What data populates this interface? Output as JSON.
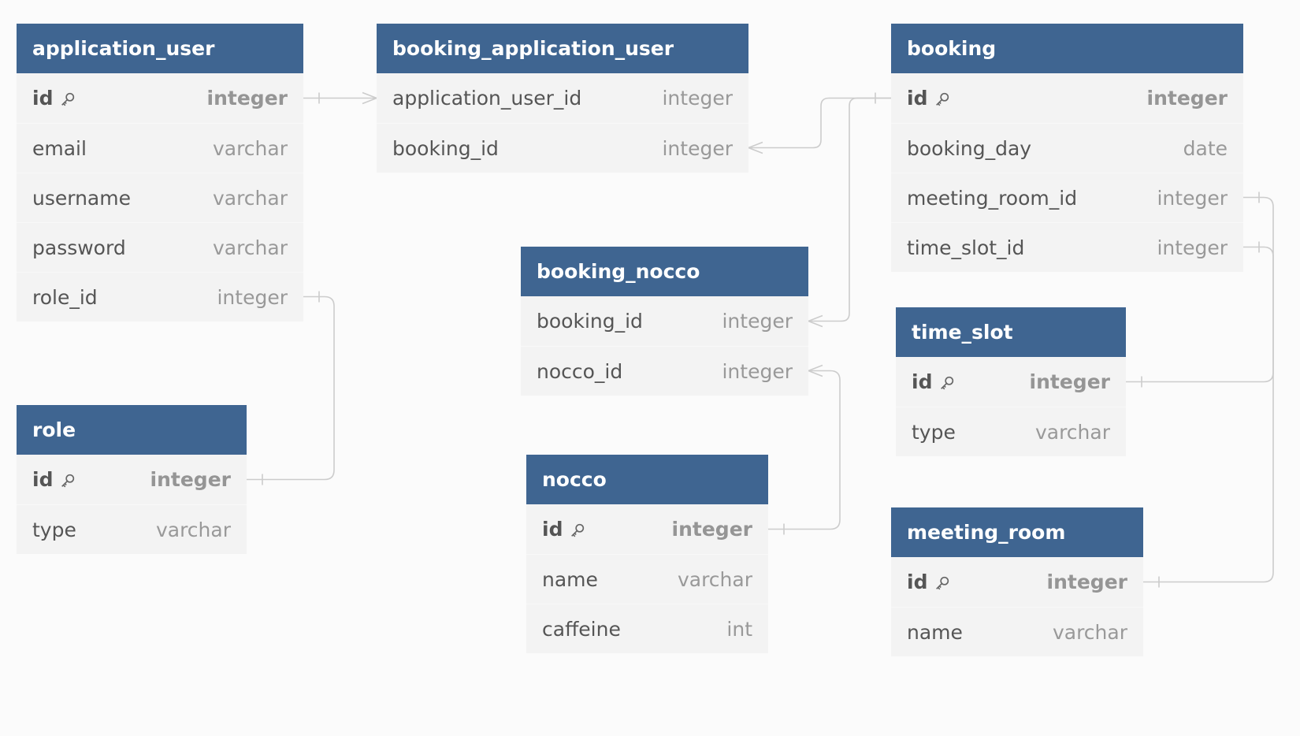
{
  "diagram": {
    "tables": [
      {
        "id": "application_user",
        "title": "application_user",
        "columns": [
          {
            "name": "id",
            "type": "integer",
            "pk": true
          },
          {
            "name": "email",
            "type": "varchar"
          },
          {
            "name": "username",
            "type": "varchar"
          },
          {
            "name": "password",
            "type": "varchar"
          },
          {
            "name": "role_id",
            "type": "integer"
          }
        ]
      },
      {
        "id": "booking_application_user",
        "title": "booking_application_user",
        "columns": [
          {
            "name": "application_user_id",
            "type": "integer"
          },
          {
            "name": "booking_id",
            "type": "integer"
          }
        ]
      },
      {
        "id": "booking",
        "title": "booking",
        "columns": [
          {
            "name": "id",
            "type": "integer",
            "pk": true
          },
          {
            "name": "booking_day",
            "type": "date"
          },
          {
            "name": "meeting_room_id",
            "type": "integer"
          },
          {
            "name": "time_slot_id",
            "type": "integer"
          }
        ]
      },
      {
        "id": "booking_nocco",
        "title": "booking_nocco",
        "columns": [
          {
            "name": "booking_id",
            "type": "integer"
          },
          {
            "name": "nocco_id",
            "type": "integer"
          }
        ]
      },
      {
        "id": "time_slot",
        "title": "time_slot",
        "columns": [
          {
            "name": "id",
            "type": "integer",
            "pk": true
          },
          {
            "name": "type",
            "type": "varchar"
          }
        ]
      },
      {
        "id": "role",
        "title": "role",
        "columns": [
          {
            "name": "id",
            "type": "integer",
            "pk": true
          },
          {
            "name": "type",
            "type": "varchar"
          }
        ]
      },
      {
        "id": "nocco",
        "title": "nocco",
        "columns": [
          {
            "name": "id",
            "type": "integer",
            "pk": true
          },
          {
            "name": "name",
            "type": "varchar"
          },
          {
            "name": "caffeine",
            "type": "int"
          }
        ]
      },
      {
        "id": "meeting_room",
        "title": "meeting_room",
        "columns": [
          {
            "name": "id",
            "type": "integer",
            "pk": true
          },
          {
            "name": "name",
            "type": "varchar"
          }
        ]
      }
    ],
    "relations": [
      {
        "from": "application_user.id",
        "to": "booking_application_user.application_user_id",
        "from_card": "one",
        "to_card": "many"
      },
      {
        "from": "booking.id",
        "to": "booking_application_user.booking_id",
        "from_card": "one",
        "to_card": "many"
      },
      {
        "from": "booking.id",
        "to": "booking_nocco.booking_id",
        "from_card": "one",
        "to_card": "many"
      },
      {
        "from": "nocco.id",
        "to": "booking_nocco.nocco_id",
        "from_card": "one",
        "to_card": "many"
      },
      {
        "from": "role.id",
        "to": "application_user.role_id",
        "from_card": "one",
        "to_card": "one"
      },
      {
        "from": "time_slot.id",
        "to": "booking.time_slot_id",
        "from_card": "one",
        "to_card": "one"
      },
      {
        "from": "meeting_room.id",
        "to": "booking.meeting_room_id",
        "from_card": "one",
        "to_card": "one"
      }
    ],
    "colors": {
      "header": "#3f6591",
      "header_text": "#ffffff",
      "row_bg": "#f3f3f3",
      "column_text": "#555555",
      "type_text": "#999999",
      "link": "#cccccc"
    },
    "icons": {
      "primary_key": "key-icon"
    }
  }
}
